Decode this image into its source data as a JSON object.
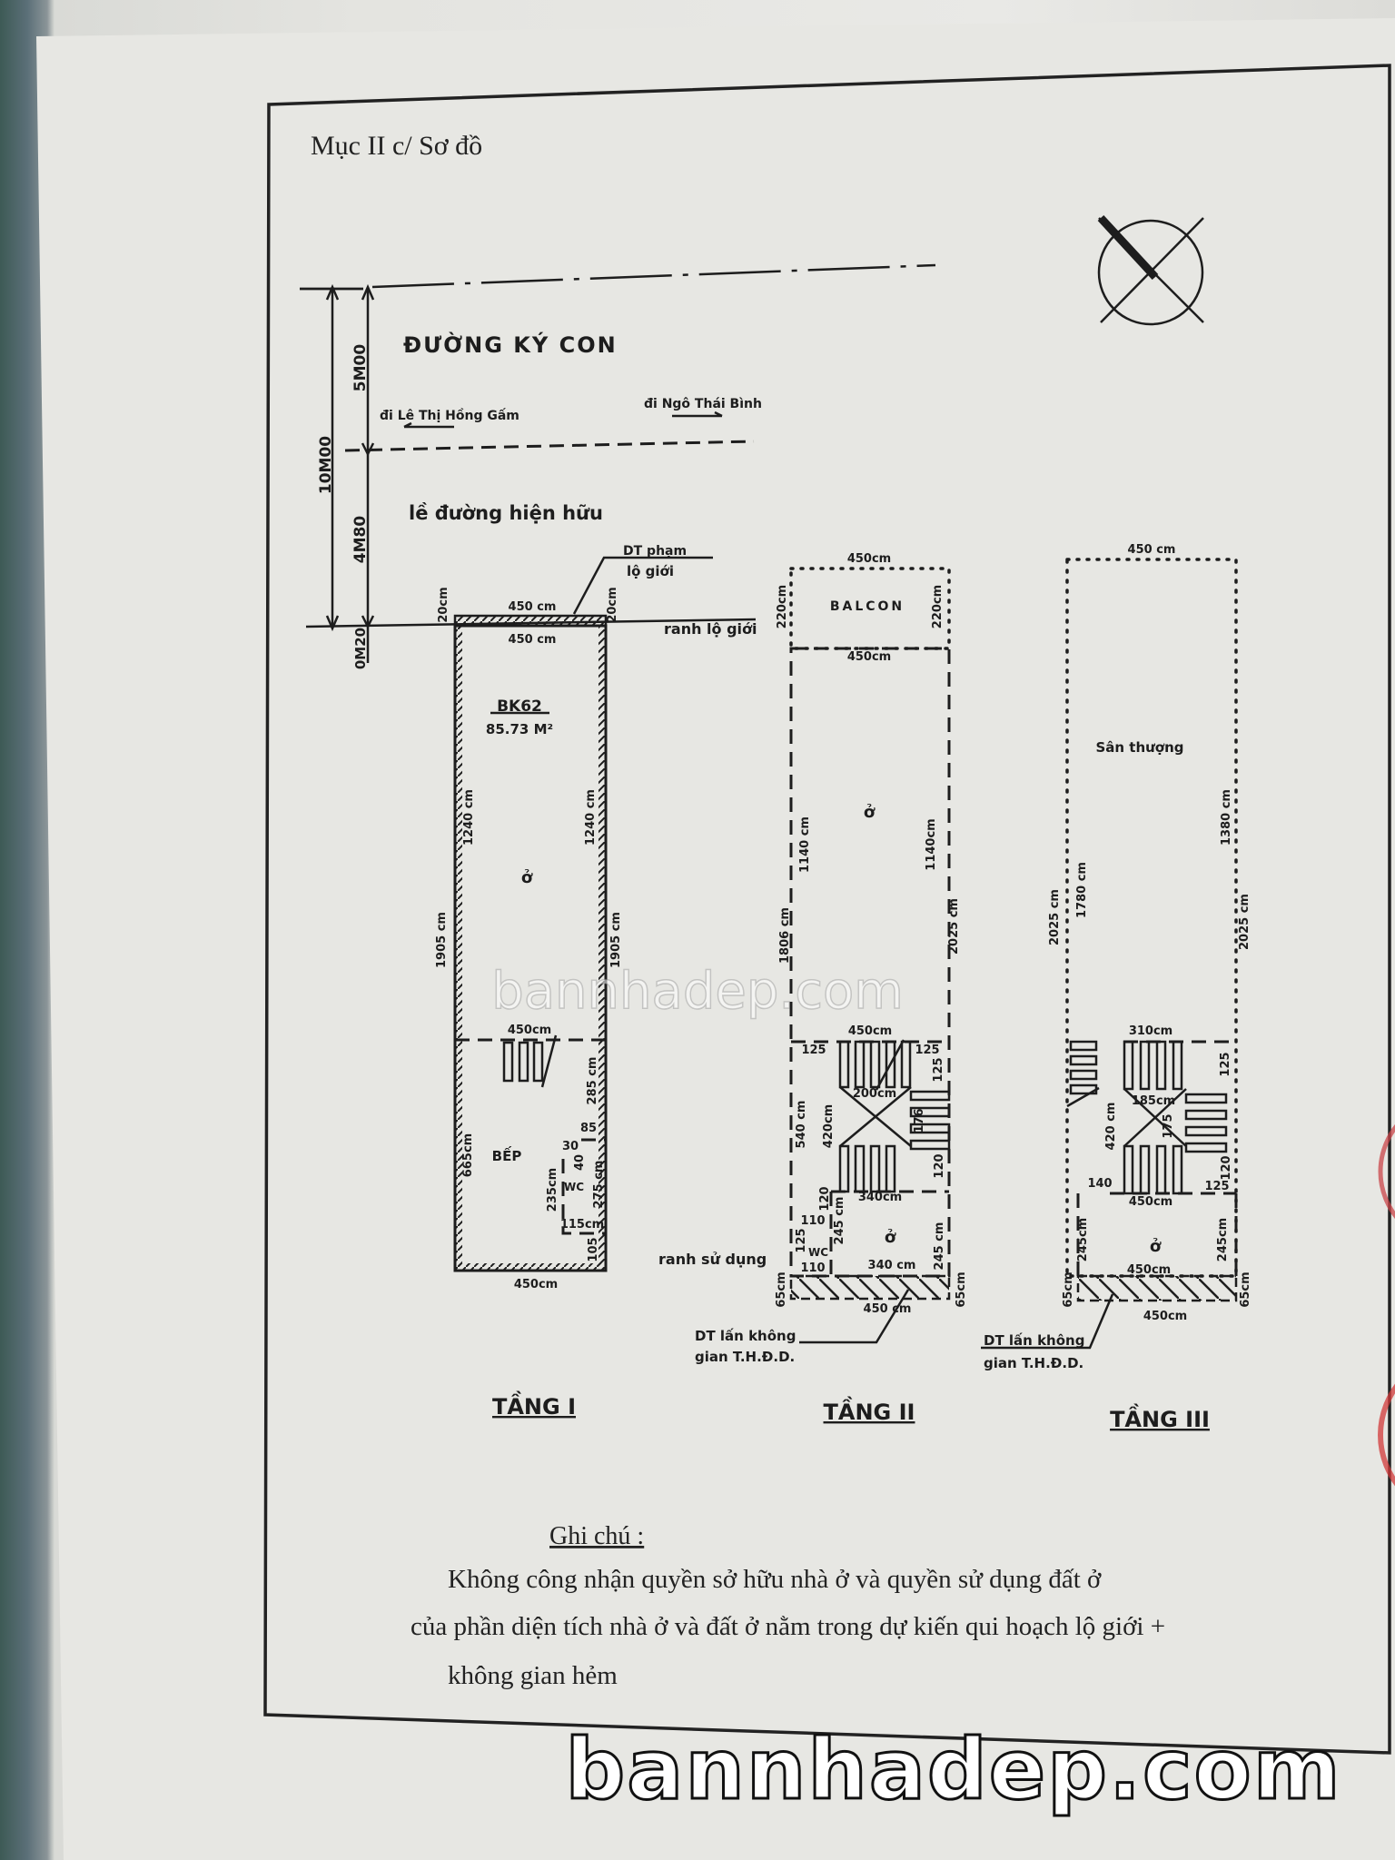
{
  "section_title": "Mục II c/ Sơ đồ",
  "street": {
    "name": "ĐƯỜNG   KÝ   CON",
    "direction_left": "đi Lê Thị Hồng Gấm",
    "direction_right": "đi Ngô Thái Bình",
    "sidewalk": "lề   đường   hiện   hữu",
    "dim_total": "10M00",
    "dim_road": "5M00",
    "dim_sidewalk": "4M80",
    "dim_setback": "0M20"
  },
  "boundary": {
    "road_boundary": "ranh lộ giới",
    "encroach_label_1": "DT phạm",
    "encroach_label_2": "lộ giới",
    "usage_boundary": "ranh sử dụng"
  },
  "floor_1": {
    "title": "TẦNG I",
    "lot_code": "BK62",
    "area": "85.73 M²",
    "room": "ở",
    "kitchen": "BẾP",
    "wc": "WC",
    "dimensions": [
      "450 cm",
      "450 cm",
      "20cm",
      "20cm",
      "1240 cm",
      "1240 cm",
      "1905 cm",
      "1905 cm",
      "450cm",
      "285 cm",
      "665cm",
      "85",
      "30",
      "40",
      "235cm",
      "275 cm",
      "115cm",
      "105",
      "450cm"
    ]
  },
  "floor_2": {
    "title": "TẦNG II",
    "balcony": "BALCON",
    "room": "ở",
    "room_2": "ở",
    "wc": "WC",
    "encroach_1": "DT lấn không",
    "encroach_2": "gian T.H.Đ.D.",
    "dimensions": [
      "450cm",
      "220cm",
      "220cm",
      "450cm",
      "1140 cm",
      "1140cm",
      "1806 cm",
      "2025 cm",
      "450cm",
      "125",
      "125",
      "125",
      "200cm",
      "420cm",
      "540 cm",
      "176",
      "120",
      "340cm",
      "120",
      "110",
      "125",
      "110",
      "245 cm",
      "340 cm",
      "245 cm",
      "65cm",
      "65cm",
      "450 cm"
    ]
  },
  "floor_3": {
    "title": "TẦNG III",
    "terrace": "Sân thượng",
    "room": "ở",
    "encroach_1": "DT lấn không",
    "encroach_2": "gian T.H.Đ.D.",
    "dimensions": [
      "450 cm",
      "1780 cm",
      "2025 cm",
      "1380 cm",
      "2025 cm",
      "310cm",
      "125",
      "185cm",
      "420 cm",
      "175",
      "120",
      "140",
      "125",
      "450cm",
      "245cm",
      "245cm",
      "450cm",
      "65cm",
      "65cm",
      "450cm"
    ]
  },
  "notes": {
    "heading": "Ghi chú :",
    "line_1": "Không công nhận quyền sở hữu nhà ở và quyền sử dụng đất ở",
    "line_2": "của phần diện tích nhà ở và đất ở nằm trong dự kiến qui hoạch lộ giới +",
    "line_3": "không gian hẻm"
  },
  "watermark": "bannhadep.com",
  "colors": {
    "paper": "#e6e6e2",
    "ink": "#1d1d1d",
    "stamp": "#d23a3a"
  }
}
